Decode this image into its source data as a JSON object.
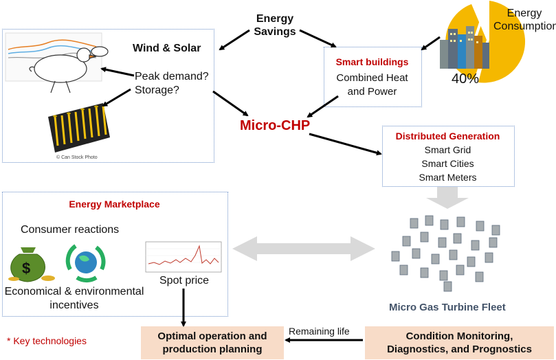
{
  "energy_savings": "Energy\nSavings",
  "energy_consumption": "Energy\nConsumption",
  "consumption_pct": "40%",
  "wind_solar": {
    "title": "Wind & Solar",
    "q1": "Peak demand?",
    "q2": "Storage?",
    "credit": "© Can Stock Photo"
  },
  "smart_buildings": {
    "title": "Smart buildings",
    "line1": "Combined Heat",
    "line2": "and Power"
  },
  "micro_chp": "Micro-CHP",
  "distributed": {
    "title": "Distributed Generation",
    "items": [
      "Smart Grid",
      "Smart Cities",
      "Smart Meters"
    ]
  },
  "marketplace": {
    "title": "Energy Marketplace",
    "consumer": "Consumer reactions",
    "spot": "Spot price",
    "incentives1": "Economical & environmental",
    "incentives2": "incentives"
  },
  "fleet_label": "Micro Gas Turbine Fleet",
  "key_tech": "* Key technologies",
  "optimal": "Optimal operation and\nproduction planning",
  "remaining": "Remaining life",
  "condition": "Condition Monitoring,\nDiagnostics, and Prognostics",
  "colors": {
    "accent_red": "#c00000",
    "peach": "#f8dcc8",
    "box_border": "#6a8fc8",
    "pie": "#f5b800",
    "fleet_text": "#44546a"
  }
}
